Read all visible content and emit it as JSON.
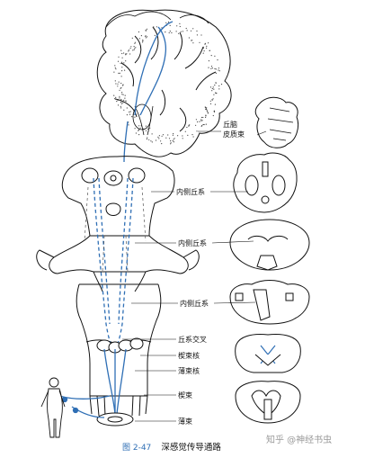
{
  "labels": {
    "thalamocortical": "丘脑\n皮质束",
    "medial_lemniscus_1": "内侧丘系",
    "medial_lemniscus_2": "内侧丘系",
    "medial_lemniscus_3": "内侧丘系",
    "lemniscal_decussation": "丘系交叉",
    "cuneate_nucleus": "楔束核",
    "gracile_nucleus": "薄束核",
    "fasciculus_cuneatus": "楔束",
    "fasciculus_gracilis": "薄束"
  },
  "caption": {
    "number": "图 2-47",
    "title": "深感觉传导通路"
  },
  "watermark": "知乎 @神经书虫",
  "colors": {
    "pathway": "#2f6fb5",
    "ink": "#111111"
  }
}
